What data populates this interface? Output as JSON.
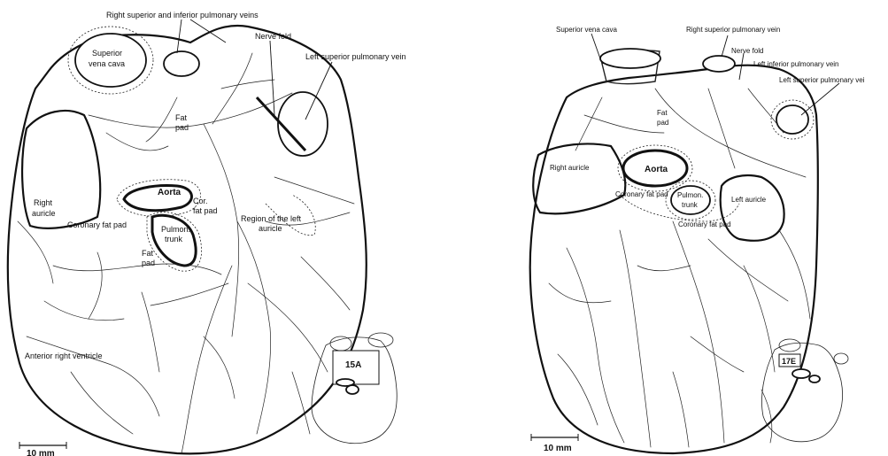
{
  "figure_a": {
    "labels": {
      "right_pulmonary_veins": "Right superior and inferior pulmonary veins",
      "superior_vena_cava_1": "Superior",
      "superior_vena_cava_2": "vena cava",
      "nerve_fold": "Nerve fold",
      "left_superior_pulmonary_vein": "Left superior pulmonary vein",
      "fat_pad_top_1": "Fat",
      "fat_pad_top_2": "pad",
      "aorta": "Aorta",
      "right_auricle_1": "Right",
      "right_auricle_2": "auricle",
      "cor_fat_pad_1": "Cor.",
      "cor_fat_pad_2": "fat pad",
      "region_left_auricle_1": "Region of the left",
      "region_left_auricle_2": "auricle",
      "coronary_fat_pad": "Coronary fat pad",
      "pulmon_trunk_1": "Pulmon.",
      "pulmon_trunk_2": "trunk",
      "fat_pad_low_1": "Fat",
      "fat_pad_low_2": "pad",
      "anterior_right_ventricle": "Anterior right ventricle",
      "inset_label": "15A",
      "scale_label": "10 mm"
    }
  },
  "figure_b": {
    "labels": {
      "superior_vena_cava": "Superior vena cava",
      "right_superior_pulmonary_vein": "Right superior pulmonary vein",
      "nerve_fold": "Nerve fold",
      "left_inferior_pulmonary_vein": "Left inferior pulmonary vein",
      "left_superior_pulmonary_vein": "Left superior pulmonary vei",
      "fat_pad_1": "Fat",
      "fat_pad_2": "pad",
      "right_auricle": "Right auricle",
      "aorta": "Aorta",
      "coronary_fat_pad_left": "Coronary fat pad",
      "pulmon_trunk_1": "Pulmon.",
      "pulmon_trunk_2": "trunk",
      "left_auricle": "Left auricle",
      "coronary_fat_pad_right": "Coronary fat pad",
      "inset_label": "17E",
      "scale_label": "10 mm"
    }
  }
}
